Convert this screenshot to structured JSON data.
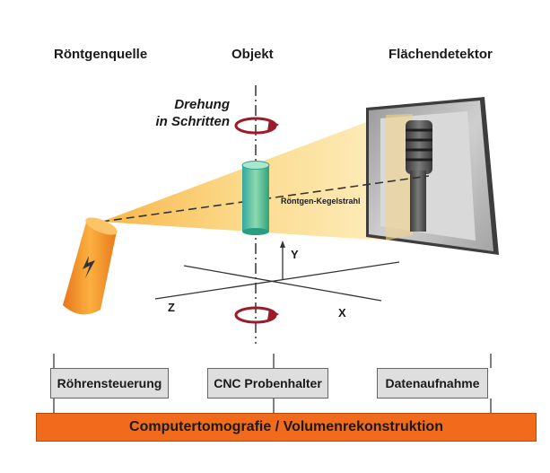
{
  "headers": {
    "source": "Röntgenquelle",
    "object": "Objekt",
    "detector": "Flächendetektor"
  },
  "rotation_label": [
    "Drehung",
    "in Schritten"
  ],
  "beam_label": "Röntgen-Kegelstrahl",
  "axes": {
    "x": "X",
    "y": "Y",
    "z": "Z"
  },
  "control_boxes": {
    "tube": "Röhrensteuerung",
    "cnc": "CNC Probenhalter",
    "data": "Datenaufnahme"
  },
  "main_bar": "Computertomografie / Volumenrekonstruktion",
  "colors": {
    "beam": "#f9d675",
    "source": "#f7931e",
    "object": "#32b3a0",
    "arrow": "#9b1b2a",
    "bar": "#f26a1b"
  }
}
